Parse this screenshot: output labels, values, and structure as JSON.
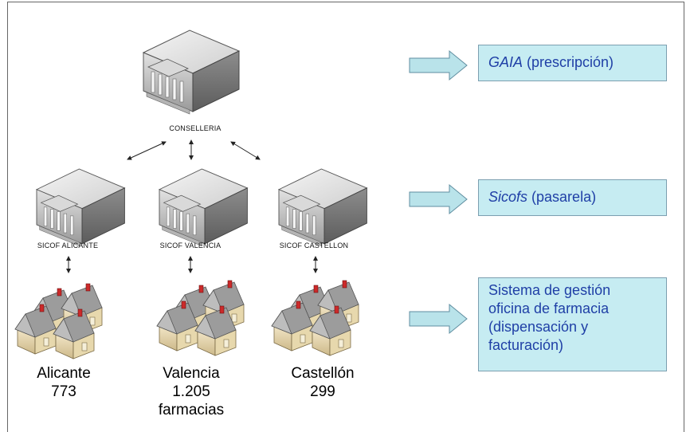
{
  "buildings": {
    "conselleria": "CONSELLERIA",
    "alicante": "SICOF ALICANTE",
    "valencia": "SICOF VALENCIA",
    "castellon": "SICOF CASTELLON"
  },
  "regions": [
    {
      "name": "Alicante",
      "count": "773",
      "extra": ""
    },
    {
      "name": "Valencia",
      "count": "1.205",
      "extra": "farmacias"
    },
    {
      "name": "Castellón",
      "count": "299",
      "extra": ""
    }
  ],
  "boxes": {
    "gaia": {
      "name": "GAIA",
      "desc": " (prescripción)"
    },
    "sicofs": {
      "name": "Sicofs",
      "desc": " (pasarela)"
    },
    "sistema": {
      "line1": "Sistema de gestión",
      "line2": "oficina de farmacia",
      "line3": "(dispensación y",
      "line4": "facturación)"
    }
  },
  "colors": {
    "box_fill": "#c6ecf2",
    "box_text": "#1f3fa6",
    "arrow_fill": "#b9e3ea"
  }
}
